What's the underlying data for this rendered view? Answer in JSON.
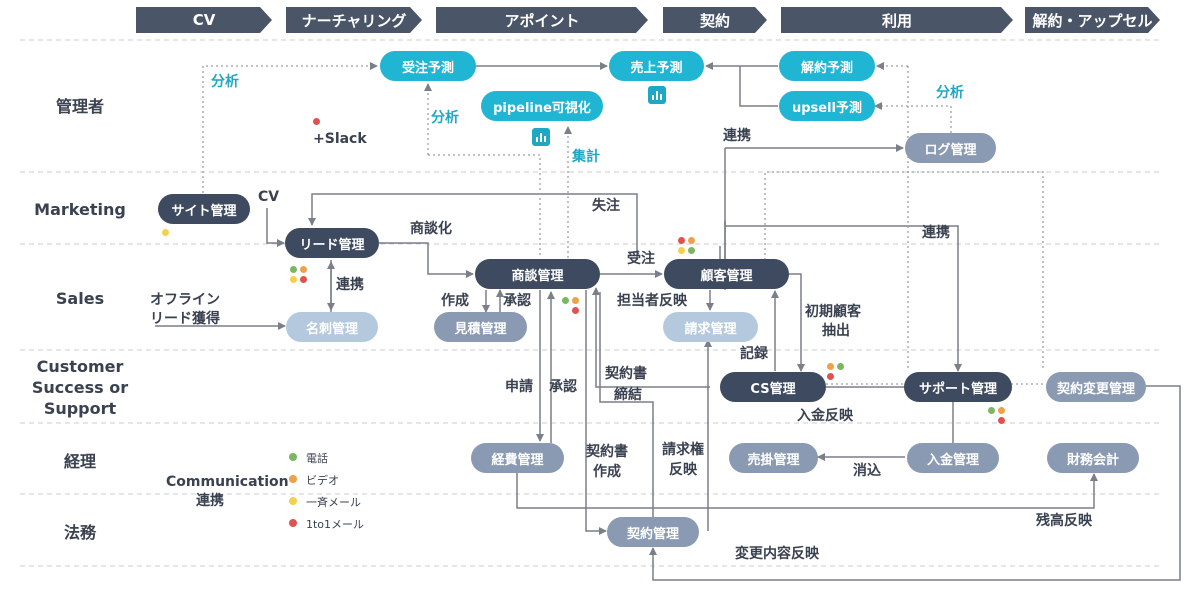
{
  "phases": [
    "CV",
    "ナーチャリング",
    "アポイント",
    "契約",
    "利用",
    "解約・アップセル"
  ],
  "lanes": {
    "manager": "管理者",
    "marketing": "Marketing",
    "sales": "Sales",
    "cs": "Customer Success or Support",
    "accounting": "経理",
    "legal": "法務"
  },
  "nodes": {
    "order_forecast": "受注予測",
    "sales_forecast": "売上予測",
    "churn_forecast": "解約予測",
    "upsell_forecast": "upsell予測",
    "pipeline": "pipeline可視化",
    "log_mgmt": "ログ管理",
    "site_mgmt": "サイト管理",
    "lead_mgmt": "リード管理",
    "deal_mgmt": "商談管理",
    "customer_mgmt": "顧客管理",
    "card_mgmt": "名刺管理",
    "quote_mgmt": "見積管理",
    "billing_mgmt": "請求管理",
    "cs_mgmt": "CS管理",
    "support_mgmt": "サポート管理",
    "contract_change_mgmt": "契約変更管理",
    "expense_mgmt": "経費管理",
    "receivable_mgmt": "売掛管理",
    "payment_mgmt": "入金管理",
    "financial_accounting": "財務会計",
    "contract_mgmt": "契約管理"
  },
  "labels": {
    "analysis_1": "分析",
    "analysis_2": "分析",
    "analysis_3": "分析",
    "aggregate": "集計",
    "slack": "+Slack",
    "cv": "CV",
    "deal_conversion": "商談化",
    "lost": "失注",
    "won": "受注",
    "link_1": "連携",
    "link_2": "連携",
    "link_3": "連携",
    "offline_lead_1": "オフライン",
    "offline_lead_2": "リード獲得",
    "create": "作成",
    "approve_1": "承認",
    "owner_reflect": "担当者反映",
    "initial_customer_1": "初期顧客",
    "initial_customer_2": "抽出",
    "record": "記録",
    "apply": "申請",
    "approve_2": "承認",
    "contract_sign_1": "契約書",
    "contract_sign_2": "締結",
    "contract_create_1": "契約書",
    "contract_create_2": "作成",
    "billing_right_1": "請求権",
    "billing_right_2": "反映",
    "payment_reflect": "入金反映",
    "reconcile": "消込",
    "balance_reflect": "残高反映",
    "change_reflect": "変更内容反映",
    "communication_1": "Communication",
    "communication_2": "連携"
  },
  "legend": [
    {
      "label": "電話",
      "color": "#7bb661"
    },
    {
      "label": "ビデオ",
      "color": "#f0a04b"
    },
    {
      "label": "一斉メール",
      "color": "#f5d04c"
    },
    {
      "label": "1to1メール",
      "color": "#e0524f"
    }
  ],
  "colors": {
    "dark": "#3d4a5f",
    "slate": "#8a9ab3",
    "light": "#b5c9de",
    "cyan": "#20b5d3",
    "line": "#7a7f88",
    "dotted": "#9aa0a8"
  }
}
